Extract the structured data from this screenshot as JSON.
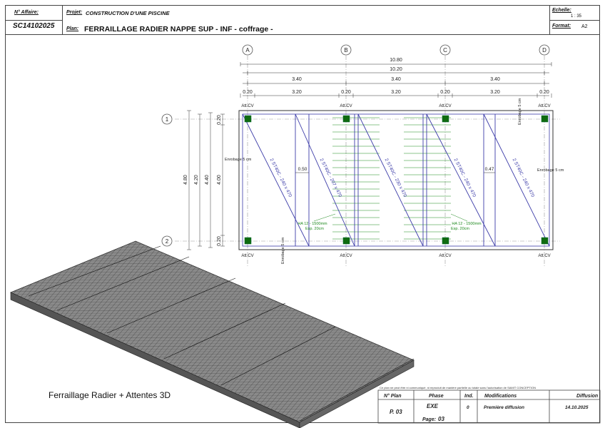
{
  "header": {
    "affaire_label": "N° Affaire:",
    "affaire_value": "SC14102025",
    "projet_label": "Projet:",
    "projet_value": "CONSTRUCTION D'UNE PISCINE",
    "plan_label": "Plan:",
    "plan_value": "FERRAILLAGE RADIER NAPPE SUP - INF   - coffrage -",
    "echelle_label": "Echelle:",
    "echelle_value": "1 : 35",
    "format_label": "Format:",
    "format_value": "A2"
  },
  "drawing": {
    "axes": [
      "A",
      "B",
      "C",
      "D"
    ],
    "rows": [
      "1",
      "2"
    ],
    "dim_total_1": "10.80",
    "dim_total_2": "10.20",
    "dim_spans": [
      "3.40",
      "3.40",
      "3.40"
    ],
    "dim_small": [
      "0.20",
      "3.20",
      "0.20",
      "3.20",
      "0.20",
      "3.20",
      "0.20"
    ],
    "vdims": [
      "4.80",
      "4.20",
      "4.40",
      "4.00"
    ],
    "vdim_small": [
      "0.20",
      "0.20"
    ],
    "att_cv": "Att.CV",
    "enrobage": "Enrobage 5 cm",
    "bar_labels": [
      "2 ST40C - 240 x 470",
      "2 ST40C - 207 x 470",
      "2 ST40C - 230 x 470",
      "2 ST40C - 240 x 470",
      "2 ST40C - 240 x 470"
    ],
    "dim_050": "0.50",
    "dim_047": "0.47",
    "ha_label": "HA 12 - 1500mm",
    "esp_label": "Esp. 20cm",
    "view3d_label": "Ferraillage Radier + Attentes 3D",
    "colors": {
      "rebar_blue": "#3c3ca8",
      "green": "#1f8a1f",
      "post": "#0f6b0f"
    }
  },
  "title_block": {
    "notice": "Ce plan ne peut être ni communiqué, ni reproduit de manière partielle ou totale sans l'autorisation de SAMIT CONCEPTION",
    "col_plan": "N° Plan",
    "col_phase": "Phase",
    "col_ind": "Ind.",
    "col_modif": "Modifications",
    "col_diff": "Diffusion",
    "plan_no": "P. 03",
    "phase": "EXE",
    "page_label": "Page:",
    "page": "03",
    "ind": "0",
    "modif": "Première diffusion",
    "date": "14.10.2025"
  }
}
